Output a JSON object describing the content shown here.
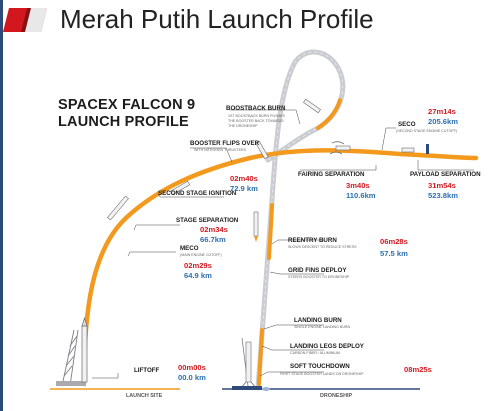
{
  "slide": {
    "title": "Merah Putih Launch Profile",
    "diagram_title_line1": "SPACEX FALCON 9",
    "diagram_title_line2": "LAUNCH PROFILE"
  },
  "colors": {
    "ascent_path": "#f39a1e",
    "booster_path": "#c9ccd0",
    "time_text": "#d2181e",
    "distance_text": "#2c6fb0",
    "accent_bar": "#2e4a7a"
  },
  "events": {
    "liftoff": {
      "label": "LIFTOFF",
      "time": "00m00s",
      "distance": "00.0 km"
    },
    "meco": {
      "label": "MECO",
      "sub": "(MAIN ENGINE CUTOFF)",
      "time": "02m29s",
      "distance": "64.9 km"
    },
    "stage_separation": {
      "label": "STAGE SEPARATION",
      "time": "02m34s",
      "distance": "66.7km"
    },
    "second_stage_ignition": {
      "label": "SECOND STAGE IGNITION",
      "time": "02m40s",
      "distance": "72.9 km"
    },
    "booster_flips": {
      "label": "BOOSTER FLIPS OVER",
      "sub": "WITH NITROGEN THRUSTERS"
    },
    "boostback_burn": {
      "label": "BOOSTBACK BURN",
      "sub_line1": "1ST BOOSTBACK BURN PUSHES",
      "sub_line2": "THE BOOSTER BACK TOWARDS",
      "sub_line3": "THE DRONESHIP"
    },
    "fairing_separation": {
      "label": "FAIRING SEPARATION",
      "time": "3m40s",
      "distance": "110.6km"
    },
    "seco": {
      "label": "SECO",
      "sub": "(SECOND STAGE ENGINE CUTOFF)",
      "time": "27m14s",
      "distance": "205.6km"
    },
    "payload_separation": {
      "label": "PAYLOAD SEPARATION",
      "time": "31m54s",
      "distance": "523.8km"
    },
    "reentry_burn": {
      "label": "REENTRY BURN",
      "sub": "SLOWS DESCENT TO REDUCE STRESS",
      "time": "06m28s",
      "distance": "57.5 km"
    },
    "grid_fins": {
      "label": "GRID FINS DEPLOY",
      "sub": "STEERS BOOSTER TO DRONESHIP"
    },
    "landing_burn": {
      "label": "LANDING BURN",
      "sub": "SINGLE ENGINE LANDING BURN"
    },
    "landing_legs": {
      "label": "LANDING LEGS DEPLOY",
      "sub": "CARBON FIBER / ALUMINIUM"
    },
    "soft_touchdown": {
      "label": "SOFT TOUCHDOWN",
      "sub": "FIRST STAGE BOOSTER LANDS ON DRONESHIP",
      "time": "08m25s"
    }
  },
  "places": {
    "launch_site": "LAUNCH SITE",
    "droneship": "DRONESHIP"
  }
}
